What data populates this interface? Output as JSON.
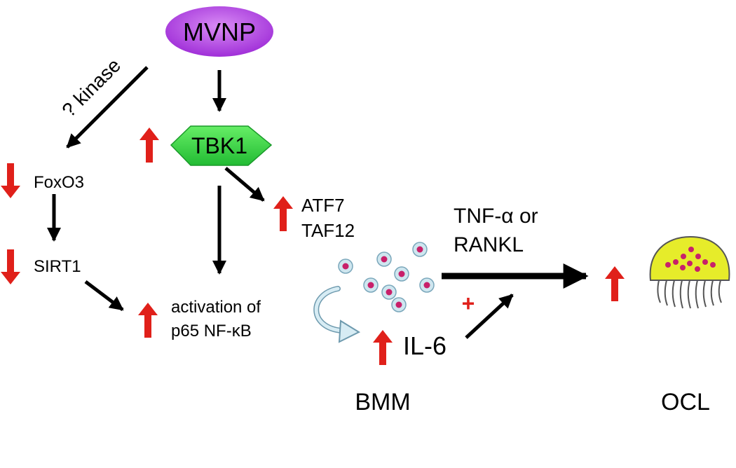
{
  "nodes": {
    "mvnp": "MVNP",
    "tbk1": "TBK1",
    "kinase": "? kinase",
    "foxo3": "FoxO3",
    "sirt1": "SIRT1",
    "atf7": "ATF7",
    "taf12": "TAF12",
    "activation_line1": "activation of",
    "activation_line2": "p65 NF-κB",
    "tnf_line1": "TNF-α or",
    "tnf_line2": "RANKL",
    "plus": "+",
    "il6": "IL-6",
    "bmm": "BMM",
    "ocl": "OCL"
  },
  "colors": {
    "mvnp_fill": "#b23ee6",
    "tbk1_fill": "#33dd44",
    "up_down_arrow": "#e0201a",
    "ocl_body": "#e6ec2a",
    "dots": "#c8206a",
    "cell_ring": "#b7d7e6"
  }
}
